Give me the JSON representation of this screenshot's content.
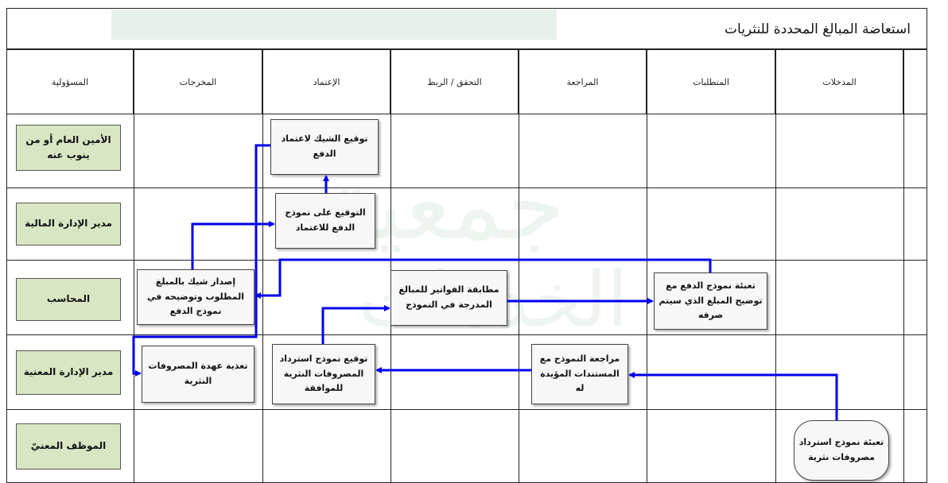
{
  "title": "استعاضة المبالغ المحددة للنثريات",
  "columns": [
    "المسؤولية",
    "المخرجات",
    "الإعتماد",
    "التحقق / الربط",
    "المراجعة",
    "المتطلبات",
    "المدخلات"
  ],
  "roles": [
    "الأمين العام أو من ينوب عنه",
    "مدير الإدارة المالية",
    "المحاسب",
    "مدير الإدارة المعنية",
    "الموظف المعنيّ"
  ],
  "steps": {
    "fill_expense_form": "تعبئة نموذج استرداد مصروفات نثرية",
    "review_form_docs": "مراجعة النموذج مع المستندات المؤيدة له",
    "sign_expense_form": "توقيع نموذج استرداد المصروفات النثرية للموافقة",
    "feed_custody": "تغذية عهدة المصروفات النثرية",
    "fill_payment_form": "تعبئة نموذج الدفع مع توضيح المبلغ الذي سيتم صرفه",
    "match_invoices": "مطابقة الفواتير للمبالغ المدرجة في النموذج",
    "issue_cheque": "إصدار شيك بالمبلغ المطلوب وتوضيحه في نموذج الدفع",
    "sign_payment_form": "التوقيع على نموذج الدفع للاعتماد",
    "sign_cheque": "توقيع الشيك لاعتماد الدفع"
  },
  "colors": {
    "arrow": "#0000ee",
    "role_fill": "#d9e6c4",
    "watermark": "#e4efe8"
  }
}
